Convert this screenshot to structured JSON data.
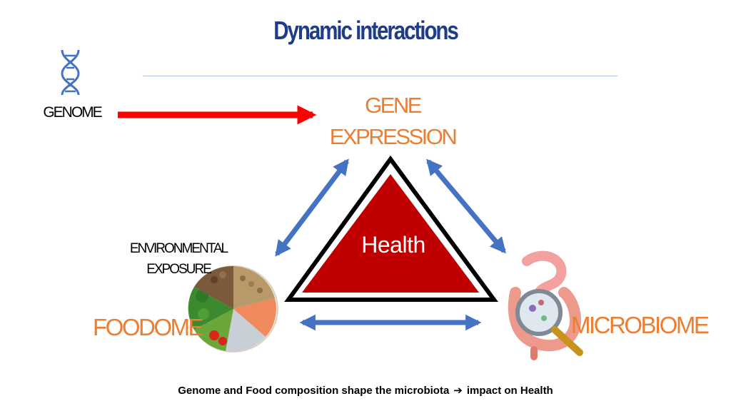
{
  "title": "Dynamic interactions",
  "nodes": {
    "genome": "GENOME",
    "gene_expression_line1": "GENE",
    "gene_expression_line2": "EXPRESSION",
    "environmental_line1": "ENVIRONMENTAL",
    "environmental_line2": "EXPOSURE",
    "foodome": "FOODOME",
    "microbiome": "MICROBIOME",
    "health": "Health"
  },
  "caption": {
    "text_before": "Genome and Food composition shape the microbiota",
    "arrow": "➔",
    "text_after": "impact on Health"
  },
  "icons": {
    "genome": "dna-icon",
    "foodome": "food-plate-icon",
    "microbiome": "intestine-magnifier-icon"
  },
  "colors": {
    "title": "#1f3c88",
    "orange_label": "#ed7d31",
    "red_arrow": "#ff0000",
    "blue_arrow": "#4472c4",
    "triangle_fill": "#c00000",
    "divider": "#a9c4e0"
  }
}
